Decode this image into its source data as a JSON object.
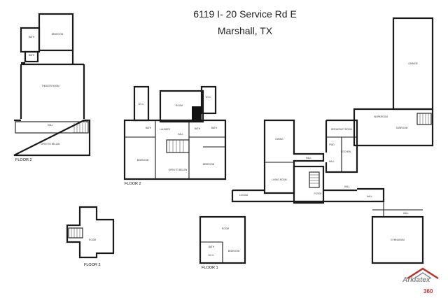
{
  "header": {
    "address_line": "6119 I- 20 Service Rd E",
    "city_line": "Marshall, TX"
  },
  "floor_labels": {
    "a": "FLOOR 2",
    "b": "FLOOR 2",
    "c": "FLOOR 2",
    "d": "FLOOR 1"
  },
  "rooms": {
    "f2a_bath": "BATH",
    "f2a_bedroom": "BEDROOM",
    "f2a_bath2": "BATH",
    "f2a_theater": "THEATER ROOM",
    "f2a_hall": "HALL",
    "f2a_open": "OPEN TO BELOW",
    "f2b_wic": "W.I.C.",
    "f2b_room": "ROOM",
    "f2b_wic2": "W.I.C.",
    "f2b_bath": "BATH",
    "f2b_laundry": "LAUNDRY",
    "f2b_hall": "HALL",
    "f2b_bath2": "BATH",
    "f2b_bath3": "BATH",
    "f2b_bedroom": "BEDROOM",
    "f2b_open": "OPEN TO BELOW",
    "f2b_bedroom2": "BEDROOM",
    "f2c_room": "ROOM",
    "f1_room": "ROOM",
    "f1_bath": "BATH",
    "f1_wic": "W.I.C.",
    "f1_bedroom": "BEDROOM",
    "f1_foyer": "FOYER",
    "f1_dining": "DINING",
    "f1_hall": "HALL",
    "f1_living": "LIVING ROOM",
    "f1_loggia": "LOGGIA",
    "f1_breakfast": "BREAKFAST ROOM",
    "f1_pwd": "PWD",
    "f1_kitchen": "KITCHEN",
    "f1_hall2": "HALL",
    "f1_sunroom": "SUNROOM",
    "f1_hall3": "HALL",
    "f1_garage": "GARAGE",
    "f1_workroom": "WORKROOM",
    "f1_hall4": "HALL",
    "f1_hall5": "HALL",
    "f1_gym": "GYMNASIUM"
  },
  "logo": {
    "word": "Arklatex",
    "mark": "360"
  },
  "colors": {
    "wall": "#1a1a1a",
    "logo_red": "#c0302a",
    "logo_gray": "#888888"
  }
}
